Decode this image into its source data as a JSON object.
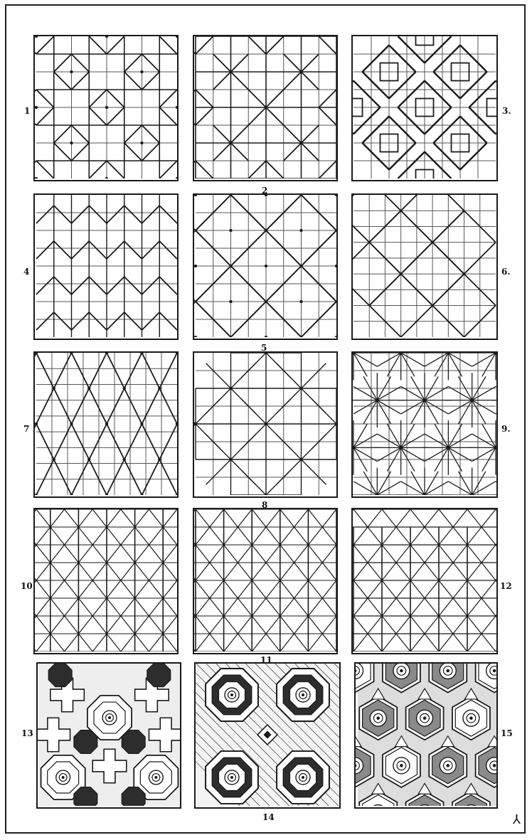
{
  "plate": {
    "figure_labels": [
      "1",
      "2",
      "3.",
      "4",
      "5",
      "6.",
      "7",
      "8",
      "9.",
      "10",
      "11",
      "12",
      "13",
      "14",
      "15"
    ],
    "corner_mark": "⅄"
  },
  "colors": {
    "ink": "#1a1a1a",
    "grid": "#555555",
    "dark_fill": "#2d2d2d",
    "mid_fill": "#8a8a8a",
    "paper": "#ffffff"
  }
}
